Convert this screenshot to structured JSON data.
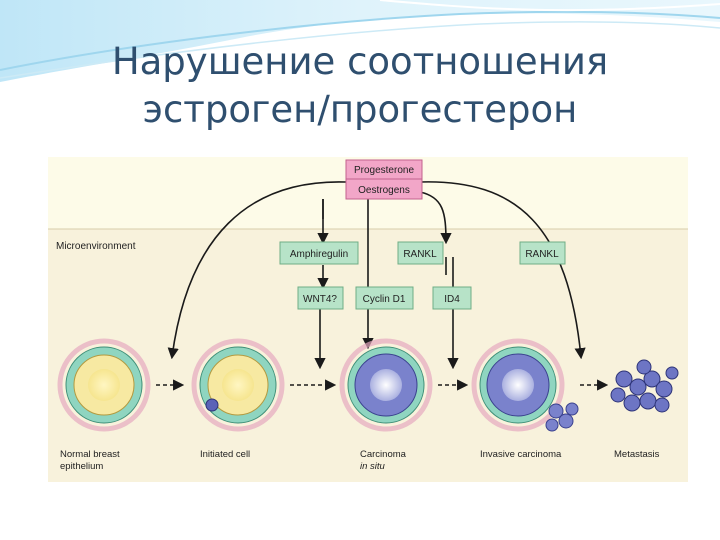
{
  "slide": {
    "title_line1": "Нарушение соотношения",
    "title_line2": "эстроген/прогестерон"
  },
  "diagram": {
    "hormones": [
      "Progesterone",
      "Oestrogens"
    ],
    "microenvironment_label": "Microenvironment",
    "mediators": {
      "amphiregulin": "Amphiregulin",
      "rankl_center": "RANKL",
      "rankl_right": "RANKL",
      "wnt4": "WNT4?",
      "cyclin_d1": "Cyclin D1",
      "id4": "ID4"
    },
    "stages": [
      {
        "line1": "Normal breast",
        "line2": "epithelium"
      },
      {
        "line1": "Initiated cell",
        "line2": ""
      },
      {
        "line1": "Carcinoma",
        "line2": "in situ"
      },
      {
        "line1": "Invasive carcinoma",
        "line2": ""
      },
      {
        "line1": "Metastasis",
        "line2": ""
      }
    ]
  },
  "colors": {
    "hormone_box": "#f2a6c8",
    "mediator_box": "#b7e3c8",
    "top_panel": "#fdfbe8",
    "micro_panel": "#f8f2dc",
    "title": "#2f4f6f"
  }
}
